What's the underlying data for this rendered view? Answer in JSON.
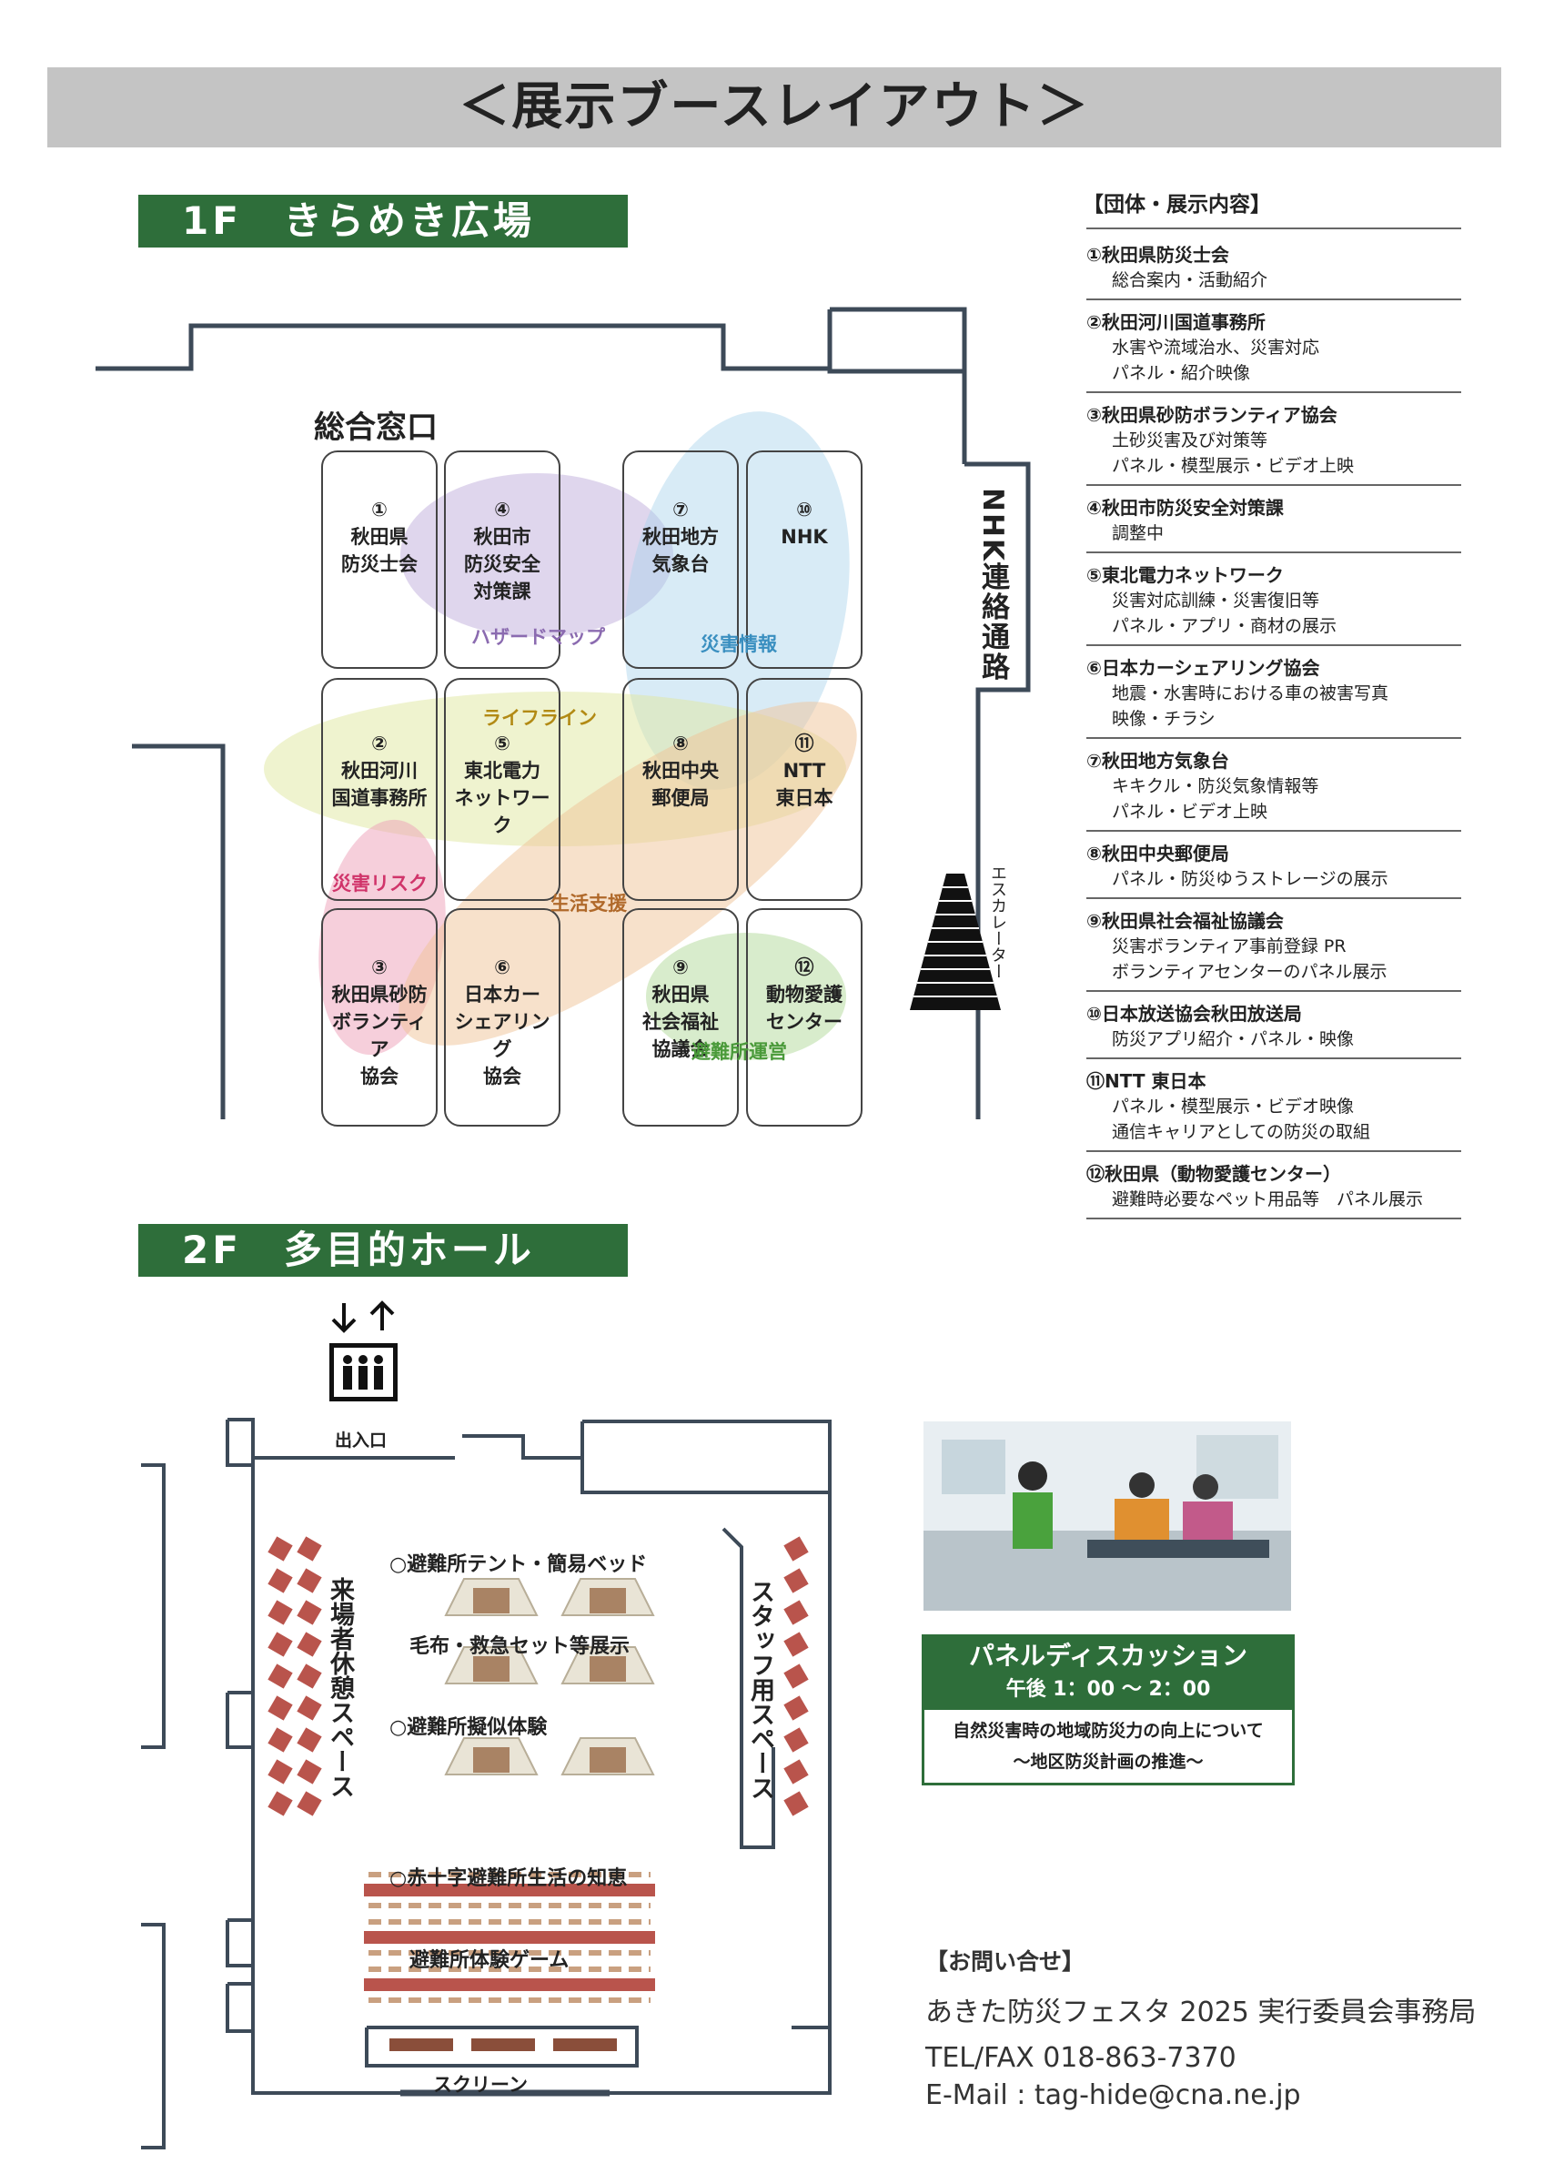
{
  "page_title": "＜展示ブースレイアウト＞",
  "floor1": {
    "label": "1F　きらめき広場",
    "reception": "総合窓口",
    "corridor": "NHK連絡通路",
    "escalator": "エスカレーター",
    "booths": [
      {
        "num": "①",
        "lines": [
          "秋田県",
          "防災士会"
        ]
      },
      {
        "num": "④",
        "lines": [
          "秋田市",
          "防災安全",
          "対策課"
        ]
      },
      {
        "num": "⑦",
        "lines": [
          "秋田地方",
          "気象台"
        ]
      },
      {
        "num": "⑩",
        "lines": [
          "NHK"
        ]
      },
      {
        "num": "②",
        "lines": [
          "秋田河川",
          "国道事務所"
        ]
      },
      {
        "num": "⑤",
        "lines": [
          "東北電力",
          "ネットワーク"
        ]
      },
      {
        "num": "⑧",
        "lines": [
          "秋田中央",
          "郵便局"
        ]
      },
      {
        "num": "⑪",
        "lines": [
          "NTT",
          "東日本"
        ]
      },
      {
        "num": "③",
        "lines": [
          "秋田県砂防",
          "ボランティア",
          "協会"
        ]
      },
      {
        "num": "⑥",
        "lines": [
          "日本カー",
          "シェアリング",
          "協会"
        ]
      },
      {
        "num": "⑨",
        "lines": [
          "秋田県",
          "社会福祉",
          "協議会"
        ]
      },
      {
        "num": "⑫",
        "lines": [
          "動物愛護",
          "センター"
        ]
      }
    ],
    "zones": {
      "hazard_map": "ハザードマップ",
      "disaster_info": "災害情報",
      "lifeline": "ライフライン",
      "disaster_risk": "災害リスク",
      "life_support": "生活支援",
      "shelter_ops": "避難所運営"
    }
  },
  "legend": {
    "heading": "【団体・展示内容】",
    "items": [
      {
        "title": "①秋田県防災士会",
        "lines": [
          "総合案内・活動紹介"
        ]
      },
      {
        "title": "②秋田河川国道事務所",
        "lines": [
          "水害や流域治水、災害対応",
          "パネル・紹介映像"
        ]
      },
      {
        "title": "③秋田県砂防ボランティア協会",
        "lines": [
          "土砂災害及び対策等",
          "パネル・模型展示・ビデオ上映"
        ]
      },
      {
        "title": "④秋田市防災安全対策課",
        "lines": [
          "調整中"
        ]
      },
      {
        "title": "⑤東北電力ネットワーク",
        "lines": [
          "災害対応訓練・災害復旧等",
          "パネル・アプリ・商材の展示"
        ]
      },
      {
        "title": "⑥日本カーシェアリング協会",
        "lines": [
          "地震・水害時における車の被害写真",
          "映像・チラシ"
        ]
      },
      {
        "title": "⑦秋田地方気象台",
        "lines": [
          "キキクル・防災気象情報等",
          "パネル・ビデオ上映"
        ]
      },
      {
        "title": "⑧秋田中央郵便局",
        "lines": [
          "パネル・防災ゆうストレージの展示"
        ]
      },
      {
        "title": "⑨秋田県社会福祉協議会",
        "lines": [
          "災害ボランティア事前登録 PR",
          "ボランティアセンターのパネル展示"
        ]
      },
      {
        "title": "⑩日本放送協会秋田放送局",
        "lines": [
          "防災アプリ紹介・パネル・映像"
        ]
      },
      {
        "title": "⑪NTT 東日本",
        "lines": [
          "パネル・模型展示・ビデオ映像",
          "通信キャリアとしての防災の取組"
        ]
      },
      {
        "title": "⑫秋田県（動物愛護センター）",
        "lines": [
          "避難時必要なペット用品等　パネル展示"
        ]
      }
    ]
  },
  "floor2": {
    "label": "2F　多目的ホール",
    "entrance": "出入口",
    "visitor_space": "来場者休憩スペース",
    "staff_space": "スタッフ用スペース",
    "tent_display": [
      "○避難所テント・簡易ベッド",
      "　毛布・救急セット等展示"
    ],
    "simulation": "○避難所擬似体験",
    "red_cross": [
      "○赤十字避難所生活の知恵",
      "　避難所体験ゲーム"
    ],
    "screen": "スクリーン"
  },
  "panel": {
    "title": "パネルディスカッション",
    "time": "午後 1：00 ～ 2：00",
    "theme": [
      "自然災害時の地域防災力の向上について",
      "～地区防災計画の推進～"
    ]
  },
  "contact": {
    "heading": "【お問い合せ】",
    "org": "あきた防災フェスタ 2025 実行委員会事務局",
    "tel": "TEL/FAX 018-863-7370",
    "email": "E-Mail : tag-hide@cna.ne.jp"
  },
  "colors": {
    "green": "#2e6e3a",
    "hazard": "#8b6bb0",
    "info": "#3a8fc0",
    "lifeline": "#b28a14",
    "risk": "#d0346a",
    "support": "#b0692a",
    "shelter": "#4a9a3a"
  }
}
